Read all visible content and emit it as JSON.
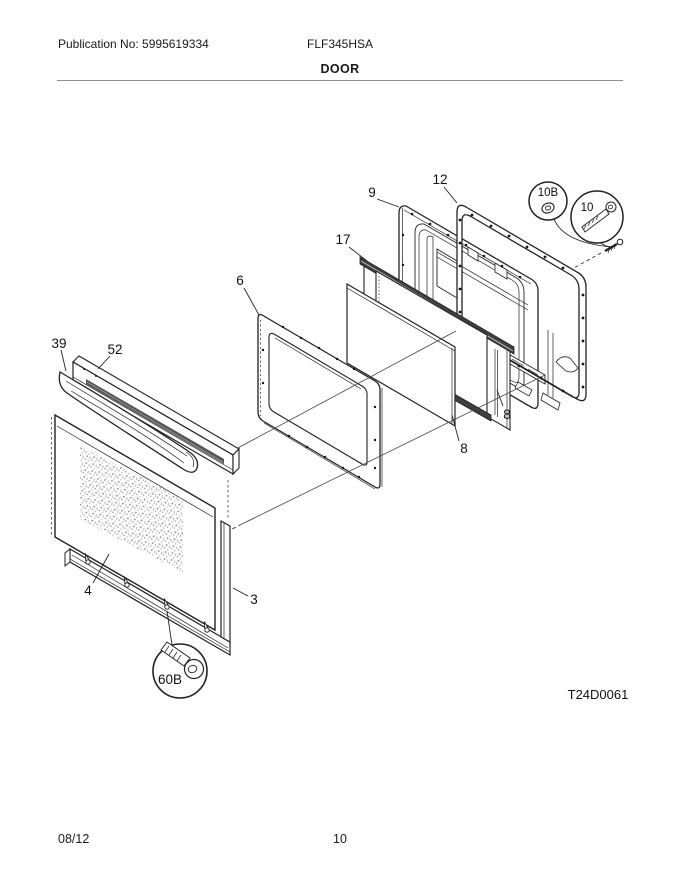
{
  "header": {
    "publication": "Publication No: 5995619334",
    "model": "FLF345HSA",
    "title": "DOOR"
  },
  "diagram": {
    "code": "T24D0061",
    "callouts": {
      "c9": "9",
      "c12": "12",
      "c10b": "10B",
      "c10": "10",
      "c17": "17",
      "c6": "6",
      "c39": "39",
      "c52": "52",
      "c8a": "8",
      "c8b": "8",
      "c4": "4",
      "c3": "3",
      "c60b": "60B"
    }
  },
  "footer": {
    "date": "08/12",
    "page": "10"
  }
}
